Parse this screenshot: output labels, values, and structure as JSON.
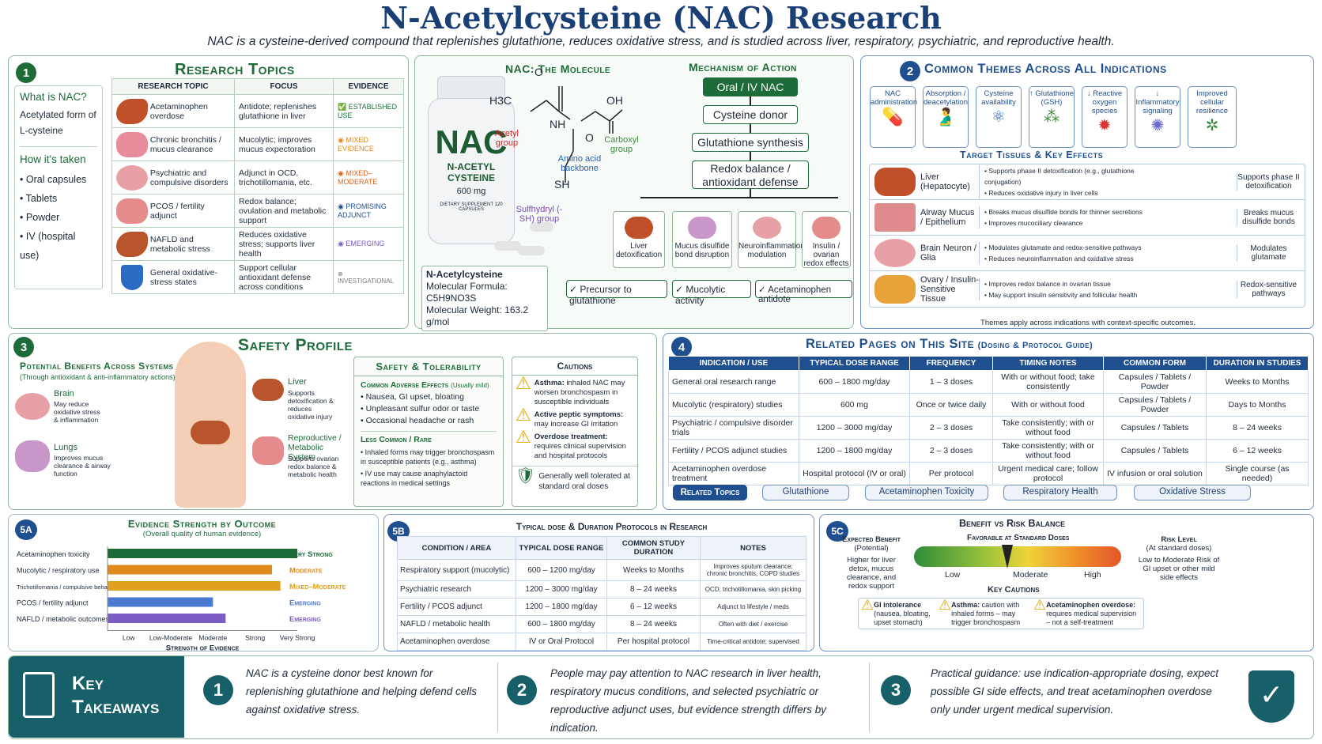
{
  "header": {
    "title": "N-Acetylcysteine (NAC) Research",
    "subtitle": "NAC is a cysteine-derived compound that replenishes glutathione, reduces oxidative stress, and is studied across liver, respiratory, psychiatric, and reproductive health."
  },
  "colors": {
    "green": "#1e6b3a",
    "blue": "#1f4f8f",
    "orange": "#e08a1e",
    "purple": "#7a5cc4"
  },
  "panel1": {
    "num": "1",
    "title": "Research Topics",
    "what_title": "What is NAC?",
    "what_text": "Acetylated form of L-cysteine",
    "how_title": "How it's taken",
    "how_items": [
      "Oral capsules",
      "Tablets",
      "Powder",
      "IV (hospital use)"
    ],
    "headers": [
      "RESEARCH TOPIC",
      "FOCUS",
      "EVIDENCE"
    ],
    "rows": [
      {
        "topic": "Acetaminophen overdose",
        "focus": "Antidote; replenishes glutathione in liver",
        "evidence": "ESTABLISHED USE",
        "icon": "liver-icon"
      },
      {
        "topic": "Chronic bronchitis / mucus clearance",
        "focus": "Mucolytic; improves mucus expectoration",
        "evidence": "MIXED EVIDENCE",
        "icon": "lungs-icon"
      },
      {
        "topic": "Psychiatric and compulsive disorders",
        "focus": "Adjunct in OCD, trichotillomania, etc.",
        "evidence": "MIXED–MODERATE",
        "icon": "brain-icon"
      },
      {
        "topic": "PCOS / fertility adjunct",
        "focus": "Redox balance; ovulation and metabolic support",
        "evidence": "PROMISING ADJUNCT",
        "icon": "ovary-icon"
      },
      {
        "topic": "NAFLD and metabolic stress",
        "focus": "Reduces oxidative stress; supports liver health",
        "evidence": "EMERGING",
        "icon": "liver-icon"
      },
      {
        "topic": "General oxidative-stress states",
        "focus": "Support cellular antioxidant defense across conditions",
        "evidence": "INVESTIGATIONAL",
        "icon": "shield-icon"
      }
    ]
  },
  "molecule": {
    "title": "NAC: The Molecule",
    "bottle_label": "NAC",
    "bottle_sub": "N-ACETYL CYSTEINE",
    "bottle_dose": "600 mg",
    "bottle_small": "DIETARY SUPPLEMENT 120 CAPSULES",
    "acetyl": "Acetyl group",
    "amino": "Amino acid backbone",
    "carboxyl": "Carboxyl group",
    "sulfhydryl": "Sulfhydryl (-SH) group",
    "name": "N-Acetylcysteine",
    "formula": "Molecular Formula: C5H9NO3S",
    "weight": "Molecular Weight: 163.2 g/mol",
    "atom_O1": "O",
    "atom_O2": "O",
    "atom_OH": "OH",
    "atom_H3C": "H3C",
    "atom_NH": "NH",
    "atom_SH": "SH"
  },
  "mechanism": {
    "title": "Mechanism of Action",
    "steps": [
      "Oral / IV NAC",
      "Cysteine donor",
      "Glutathione synthesis",
      "Redox balance / antioxidant defense"
    ],
    "targets": [
      "Liver detoxification",
      "Mucus disulfide bond disruption",
      "Neuroinflammation modulation",
      "Insulin / ovarian redox effects"
    ],
    "badges": [
      "Precursor to glutathione",
      "Mucolytic activity",
      "Acetaminophen antidote"
    ]
  },
  "panel2": {
    "num": "2",
    "title": "Common Themes Across All Indications",
    "themes": [
      "NAC administration",
      "Absorption / deacetylation",
      "Cysteine availability",
      "↑ Glutathione (GSH)",
      "↓ Reactive oxygen species",
      "↓ Inflammatory signaling",
      "Improved cellular resilience"
    ],
    "tissues_title": "Target Tissues & Key Effects",
    "tissues": [
      {
        "name": "Liver (Hepatocyte)",
        "effects": [
          "Supports phase II detoxification (e.g., glutathione conjugation)",
          "Reduces oxidative injury in liver cells"
        ],
        "summary": "Supports phase II detoxification"
      },
      {
        "name": "Airway Mucus / Epithelium",
        "effects": [
          "Breaks mucus disulfide bonds for thinner secretions",
          "Improves mucociliary clearance"
        ],
        "summary": "Breaks mucus disulfide bonds"
      },
      {
        "name": "Brain Neuron / Glia",
        "effects": [
          "Modulates glutamate and redox-sensitive pathways",
          "Reduces neuroinflammation and oxidative stress"
        ],
        "summary": "Modulates glutamate"
      },
      {
        "name": "Ovary / Insulin-Sensitive Tissue",
        "effects": [
          "Improves redox balance in ovarian tissue",
          "May support insulin sensitivity and follicular health"
        ],
        "summary": "Redox-sensitive pathways"
      }
    ],
    "footer": "Themes apply across indications with context-specific outcomes."
  },
  "panel3": {
    "num": "3",
    "title": "Safety Profile",
    "benefits_title": "Potential Benefits Across Systems",
    "benefits_sub": "(Through antioxidant & anti-inflammatory actions)",
    "organs": [
      {
        "name": "Brain",
        "text": "May reduce oxidative stress & inflammation"
      },
      {
        "name": "Lungs",
        "text": "Improves mucus clearance & airway function"
      },
      {
        "name": "Liver",
        "text": "Supports detoxification & reduces oxidative injury"
      },
      {
        "name": "Reproductive / Metabolic System",
        "text": "Supports ovarian redox balance & metabolic health"
      }
    ],
    "tol_title": "Safety & Tolerability",
    "common_title": "Common Adverse Effects",
    "common_note": "(Usually mild)",
    "common_items": [
      "Nausea, GI upset, bloating",
      "Unpleasant sulfur odor or taste",
      "Occasional headache or rash"
    ],
    "rare_title": "Less Common / Rare",
    "rare_items": [
      "Inhaled forms may trigger bronchospasm in susceptible patients (e.g., asthma)",
      "IV use may cause anaphylactoid reactions in medical settings"
    ],
    "cautions_title": "Cautions",
    "cautions": [
      {
        "bold": "Asthma:",
        "text": "inhaled NAC may worsen bronchospasm in susceptible individuals"
      },
      {
        "bold": "Active peptic symptoms:",
        "text": "may increase GI irritation"
      },
      {
        "bold": "Overdose treatment:",
        "text": "requires clinical supervision and hospital protocols"
      }
    ],
    "tolerated": "Generally well tolerated at standard oral doses"
  },
  "panel4": {
    "num": "4",
    "title": "Related Pages on This Site",
    "title_sub": "(Dosing & Protocol Guide)",
    "headers": [
      "INDICATION / USE",
      "TYPICAL DOSE RANGE",
      "FREQUENCY",
      "TIMING NOTES",
      "COMMON FORM",
      "DURATION IN STUDIES"
    ],
    "rows": [
      [
        "General oral research range",
        "600 – 1800 mg/day",
        "1 – 3 doses",
        "With or without food; take consistently",
        "Capsules / Tablets / Powder",
        "Weeks to Months"
      ],
      [
        "Mucolytic (respiratory) studies",
        "600 mg",
        "Once or twice daily",
        "With or without food",
        "Capsules / Tablets / Powder",
        "Days to Months"
      ],
      [
        "Psychiatric / compulsive disorder trials",
        "1200 – 3000 mg/day",
        "2 – 3 doses",
        "Take consistently; with or without food",
        "Capsules / Tablets",
        "8 – 24 weeks"
      ],
      [
        "Fertility / PCOS adjunct studies",
        "1200 – 1800 mg/day",
        "2 – 3 doses",
        "Take consistently; with or without food",
        "Capsules / Tablets",
        "6 – 12 weeks"
      ],
      [
        "Acetaminophen overdose treatment",
        "Hospital protocol (IV or oral)",
        "Per protocol",
        "Urgent medical care; follow protocol",
        "IV infusion or oral solution",
        "Single course (as needed)"
      ]
    ],
    "related_label": "Related Topics",
    "related": [
      "Glutathione",
      "Acetaminophen Toxicity",
      "Respiratory Health",
      "Oxidative Stress"
    ]
  },
  "panel5a": {
    "num": "5A",
    "chart_data": {
      "type": "bar",
      "title": "Evidence Strength by Outcome",
      "subtitle": "(Overall quality of human evidence)",
      "categories": [
        "Acetaminophen toxicity",
        "Mucolytic / respiratory use",
        "Trichotillomania / compulsive behaviors",
        "PCOS / fertility adjunct",
        "NAFLD / metabolic outcomes"
      ],
      "values": [
        5,
        4.4,
        4.6,
        3.0,
        3.3
      ],
      "labels": [
        "Very Strong",
        "Moderate",
        "Mixed–Moderate",
        "Emerging",
        "Emerging"
      ],
      "colors": [
        "#1e6b3a",
        "#e08a1e",
        "#e0a11e",
        "#4a7bd0",
        "#7a5cc4"
      ],
      "xticks": [
        "Low",
        "Low-Moderate",
        "Moderate",
        "Strong",
        "Very Strong"
      ],
      "xlabel": "Strength of Evidence",
      "xlim": [
        0.5,
        5
      ]
    }
  },
  "panel5b": {
    "num": "5B",
    "title": "Typical dose & Duration Protocols in Research",
    "headers": [
      "CONDITION / AREA",
      "TYPICAL DOSE RANGE",
      "COMMON STUDY DURATION",
      "NOTES"
    ],
    "rows": [
      [
        "Respiratory support (mucolytic)",
        "600 – 1200 mg/day",
        "Weeks to Months",
        "Improves sputum clearance; chronic bronchitis, COPD studies"
      ],
      [
        "Psychiatric research",
        "1200 – 3000 mg/day",
        "8 – 24 weeks",
        "OCD, trichotillomania, skin picking"
      ],
      [
        "Fertility / PCOS adjunct",
        "1200 – 1800 mg/day",
        "6 – 12 weeks",
        "Adjunct to lifestyle / meds"
      ],
      [
        "NAFLD / metabolic health",
        "600 – 1800 mg/day",
        "8 – 24 weeks",
        "Often with diet / exercise"
      ],
      [
        "Acetaminophen overdose",
        "IV or Oral Protocol",
        "Per hospital protocol",
        "Time-critical antidote; supervised"
      ]
    ]
  },
  "panel5c": {
    "num": "5C",
    "title": "Benefit vs Risk Balance",
    "favorable": "Favorable at Standard Doses",
    "expected_title": "Expected Benefit",
    "expected_sub": "(Potential)",
    "expected_text": "Higher for liver detox, mucus clearance, and redox support",
    "risk_title": "Risk Level",
    "risk_sub": "(At standard doses)",
    "risk_text": "Low to Moderate Risk of GI upset or other mild side effects",
    "scale": [
      "Low",
      "Moderate",
      "High"
    ],
    "marker_level": 0.45,
    "key_title": "Key Cautions",
    "key": [
      {
        "bold": "GI intolerance",
        "text": "(nausea, bloating, upset stomach)"
      },
      {
        "bold": "Asthma:",
        "text": "caution with inhaled forms – may trigger bronchospasm"
      },
      {
        "bold": "Acetaminophen overdose:",
        "text": "requires medical supervision – not a self-treatment"
      }
    ]
  },
  "takeaways": {
    "title1": "Key",
    "title2": "Takeaways",
    "items": [
      {
        "n": "1",
        "text": "NAC is a cysteine donor best known for replenishing glutathione and helping defend cells against oxidative stress."
      },
      {
        "n": "2",
        "text": "People may pay attention to NAC research in liver health, respiratory mucus conditions, and selected psychiatric or reproductive adjunct uses, but evidence strength differs by indication."
      },
      {
        "n": "3",
        "text": "Practical guidance: use indication-appropriate dosing, expect possible GI side effects, and treat acetaminophen overdose only under urgent medical supervision."
      }
    ]
  }
}
